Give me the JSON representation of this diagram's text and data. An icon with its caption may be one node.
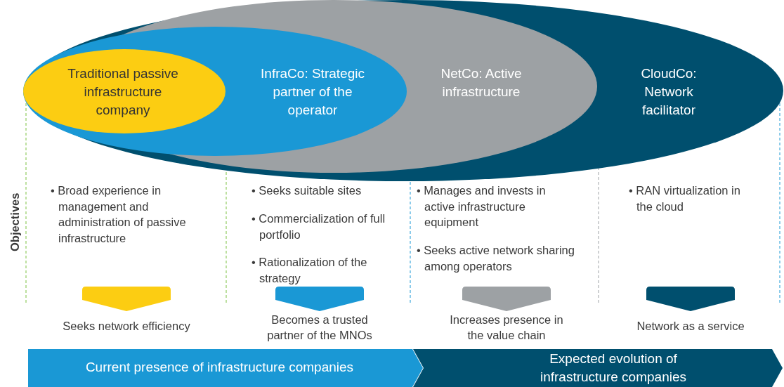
{
  "diagram": {
    "nodes": [
      {
        "text": [
          "CloudCo: Network facilitator"
        ]
      },
      {
        "text": [
          "NetCo: Active infrastructure"
        ],
        "in": 0
      },
      {
        "text": [
          "InfraCo: Strategic partner of the operator"
        ],
        "in": 1
      },
      {
        "text": [
          "Traditional passive infrastructure company"
        ],
        "in": 2
      },
      {
        "text": [],
        "shape": "chevron",
        "beside": [
          "Seeks network efficiency"
        ]
      },
      {
        "text": [],
        "shape": "chevron",
        "beside": [
          "Becomes a trusted partner of the MNOs"
        ]
      },
      {
        "text": [],
        "shape": "chevron",
        "beside": [
          "Increases presence in the value chain"
        ]
      },
      {
        "text": [],
        "shape": "chevron",
        "beside": [
          "Network as a service"
        ]
      },
      {
        "text": [
          "Current presence of infrastructure companies"
        ]
      },
      {
        "text": [
          "Expected evolution of infrastructure companies"
        ]
      }
    ],
    "labels": [
      "Objectives",
      "• Broad experience in management and administration of passive infrastructure",
      "• Seeks suitable sites",
      "• Commercialization of full portfolio",
      "• Rationalization of the strategy",
      "• Manages and invests in active infrastructure equipment",
      "• Seeks active network sharing among operators",
      "• RAN virtualization in the cloud"
    ]
  }
}
